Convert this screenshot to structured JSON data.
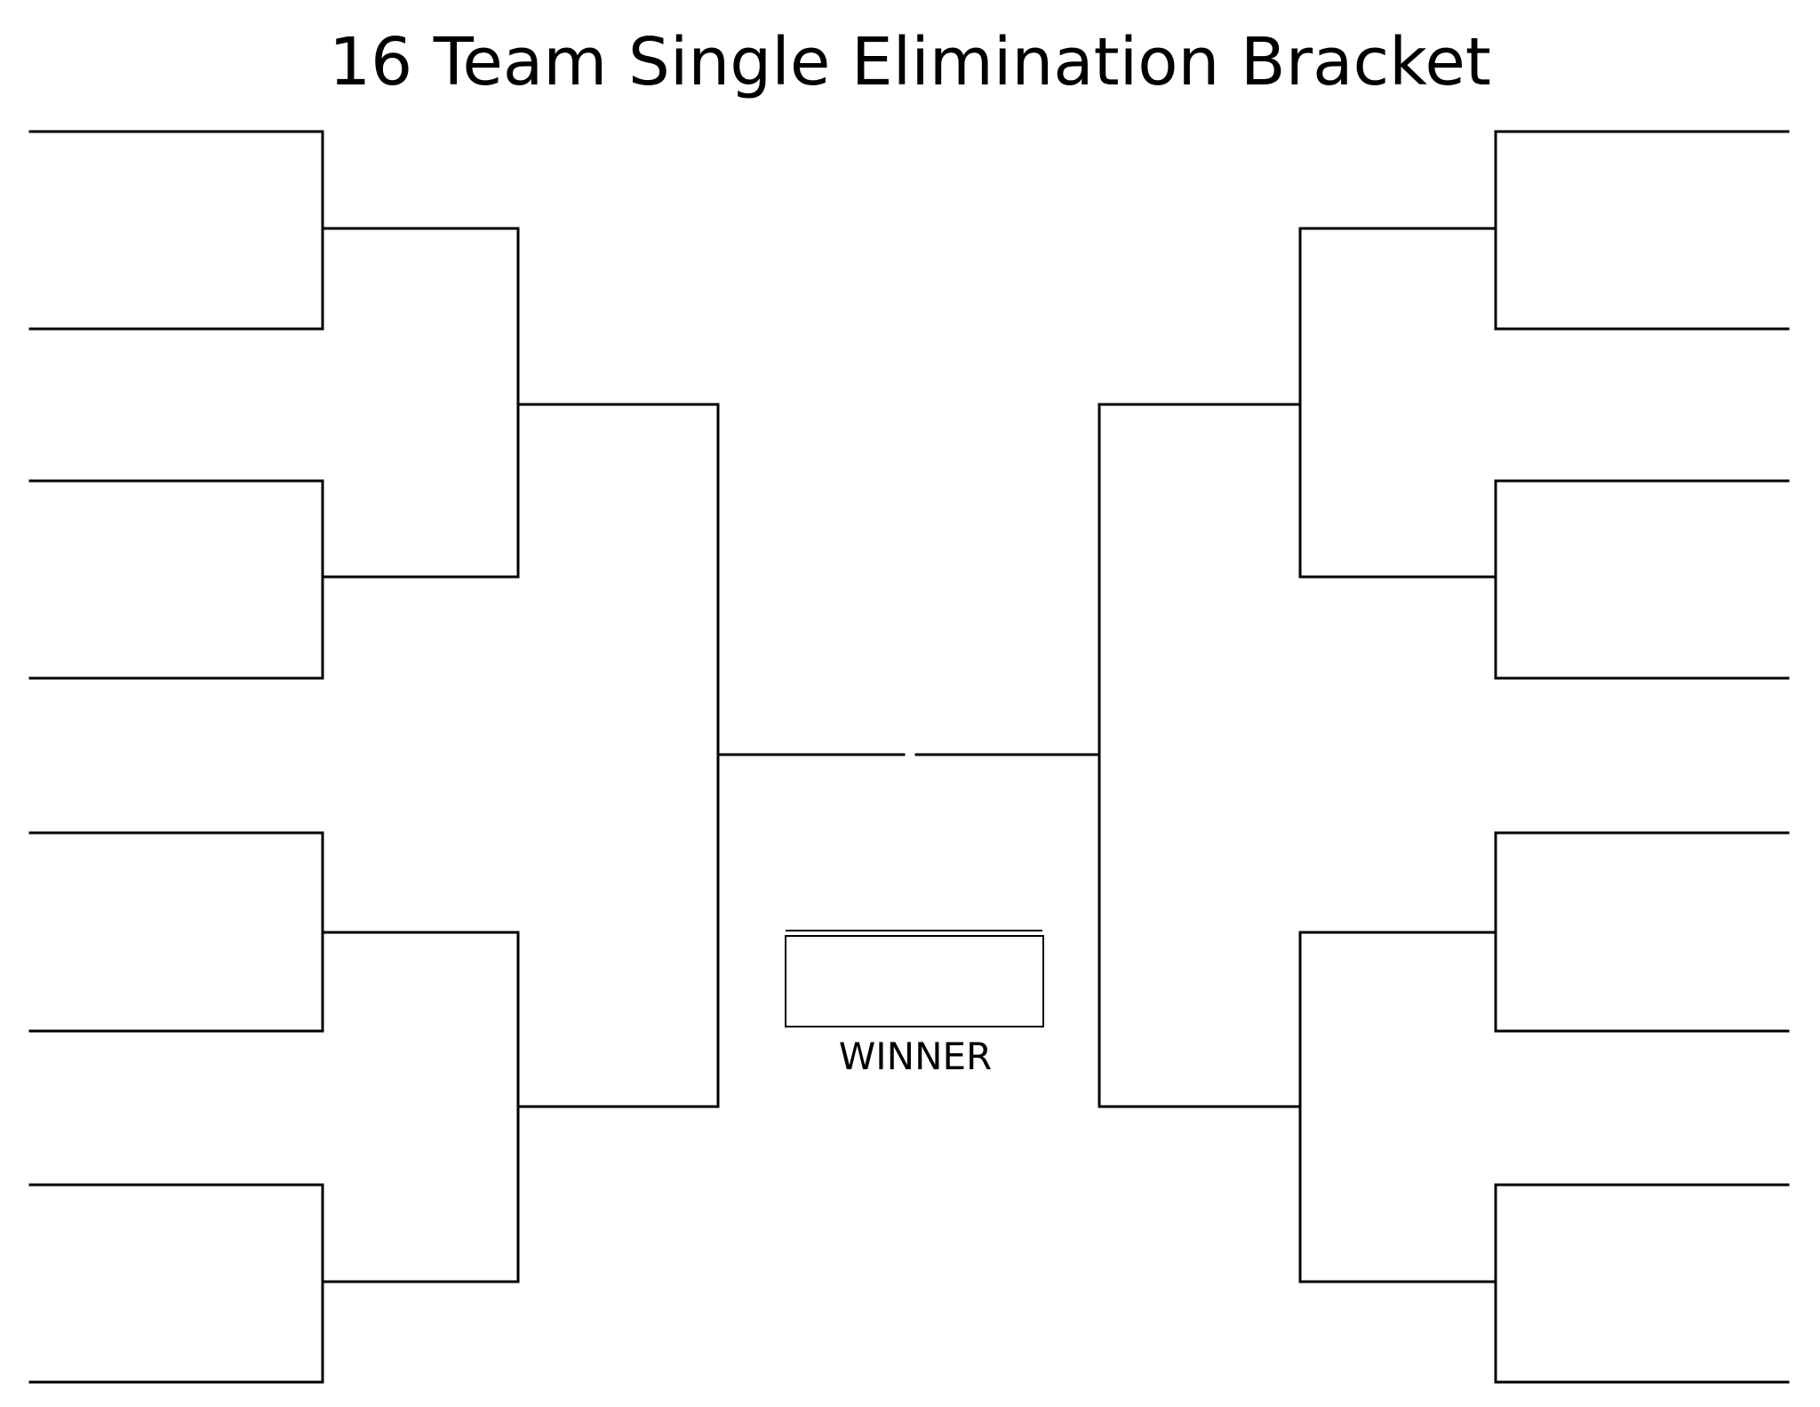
{
  "title": "16 Team Single Elimination Bracket",
  "winner_label": "WINNER",
  "bracket": {
    "teams": 16,
    "rounds": 4,
    "sides": [
      "left",
      "right"
    ],
    "line_color": "#000000"
  }
}
